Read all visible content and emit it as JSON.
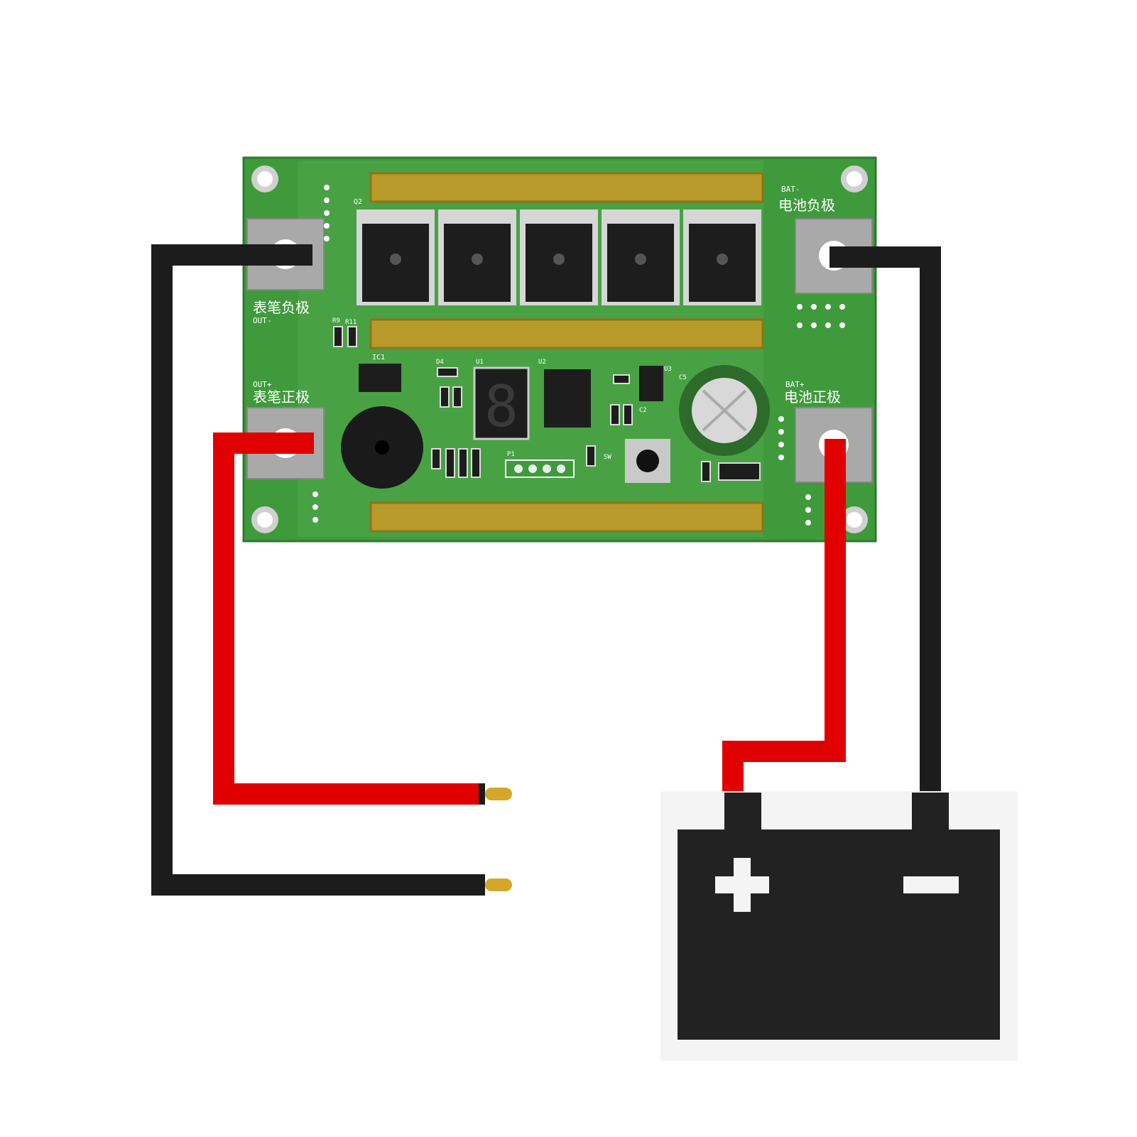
{
  "board": {
    "label_out_neg_cn": "表笔负极",
    "label_out_neg_en": "OUT-",
    "label_out_pos_cn": "表笔正极",
    "label_out_pos_en": "OUT+",
    "label_bat_neg_cn": "电池负极",
    "label_bat_neg_en": "BAT-",
    "label_bat_pos_cn": "电池正极",
    "label_bat_pos_en": "BAT+",
    "ref_q2": "Q2",
    "ref_r9": "R9",
    "ref_r11": "R11",
    "ref_ic1": "IC1",
    "ref_d4": "D4",
    "ref_u1": "U1",
    "ref_u2": "U2",
    "ref_u3": "U3",
    "ref_c5": "C5",
    "ref_c2": "C2",
    "ref_p1": "P1",
    "ref_sw": "SW",
    "display_digit": "8",
    "mosfet_count": 5,
    "colors": {
      "pcb": "#3f9a3c",
      "pcb_light": "#5ab352",
      "brass": "#b79a2a",
      "wire_red": "#e00000",
      "wire_black": "#1c1c1c",
      "battery": "#222222"
    }
  },
  "battery": {
    "positive_symbol": "+",
    "negative_symbol": "−"
  },
  "icons": [
    "battery-icon",
    "buzzer-icon",
    "capacitor-icon",
    "seven-segment-display-icon",
    "push-button-icon",
    "probe-tip-icon"
  ]
}
